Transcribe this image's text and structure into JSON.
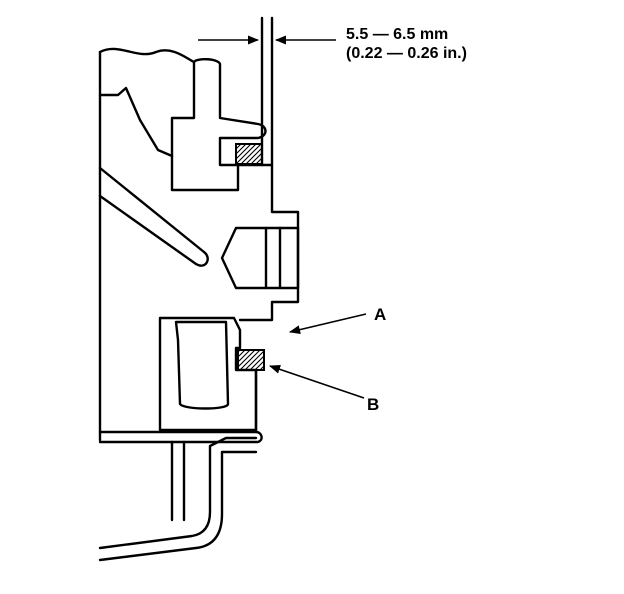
{
  "dimension": {
    "metric": "5.5 — 6.5 mm",
    "imperial": "(0.22 — 0.26 in.)"
  },
  "callouts": {
    "a": "A",
    "b": "B"
  }
}
